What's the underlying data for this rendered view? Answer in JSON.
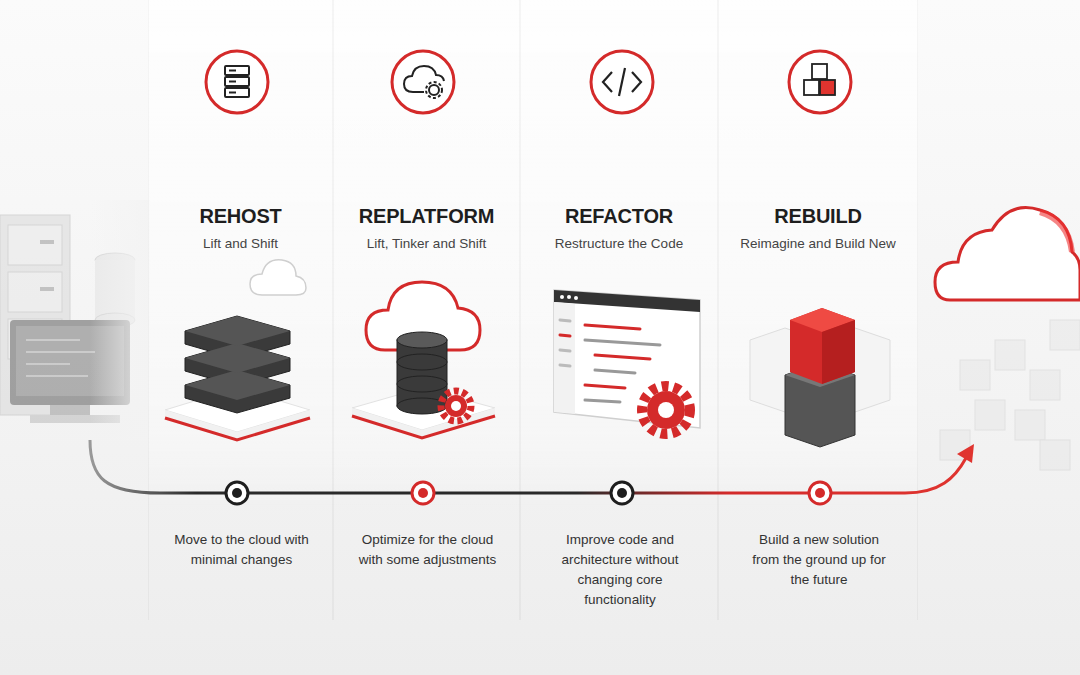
{
  "diagram": {
    "nodes": [
      {
        "text": [
          "REHOST",
          "Lift and Shift",
          "Move to the cloud with minimal changes"
        ]
      },
      {
        "text": [
          "REPLATFORM",
          "Lift, Tinker and Shift",
          "Optimize for the cloud with some adjustments"
        ]
      },
      {
        "text": [
          "REFACTOR",
          "Restructure the Code",
          "Improve code and architecture without changing core functionality"
        ]
      },
      {
        "text": [
          "REBUILD",
          "Reimagine and Build New",
          "Build a new solution from the ground up for the future"
        ]
      }
    ]
  }
}
